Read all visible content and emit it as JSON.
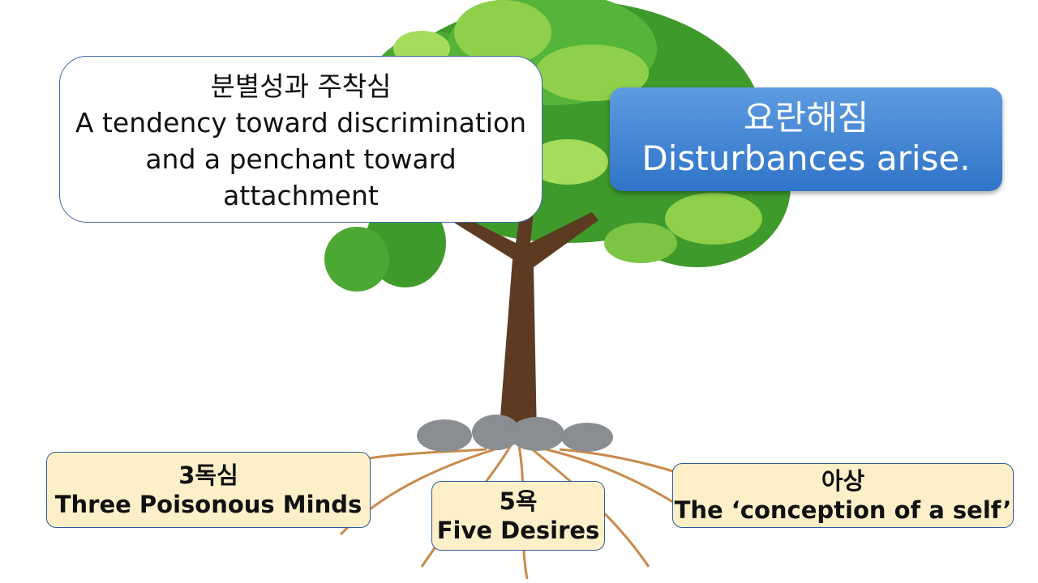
{
  "discrimination_box": {
    "korean": "분별성과 주착심",
    "line1": "A tendency toward discrimination",
    "line2": "and a penchant toward",
    "line3": "attachment"
  },
  "disturbances_box": {
    "korean": "요란해짐",
    "english": "Disturbances arise."
  },
  "roots": {
    "three_poisons": {
      "korean": "3독심",
      "english": "Three Poisonous Minds"
    },
    "five_desires": {
      "korean": "5욕",
      "english": "Five Desires"
    },
    "self_conception": {
      "korean": "아상",
      "english": "The ‘conception of a self’"
    }
  },
  "colors": {
    "foliage_dark": "#3f9a2c",
    "foliage_light": "#8fd04a",
    "trunk": "#5c3b22",
    "roots": "#c98a4a",
    "rocks": "#8a8d92",
    "disturbances_fill": "#3d7fd0",
    "root_box_fill": "#fdf0c9"
  }
}
